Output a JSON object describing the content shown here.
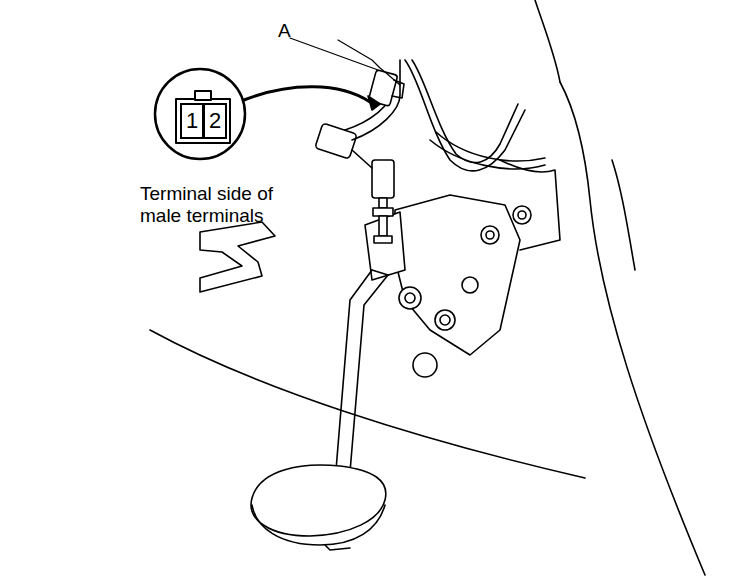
{
  "diagram": {
    "nodes": [
      {
        "text": [
          "1"
        ]
      },
      {
        "text": [
          "2"
        ]
      }
    ],
    "labels": [
      "A",
      "Terminal side of male terminals"
    ]
  }
}
